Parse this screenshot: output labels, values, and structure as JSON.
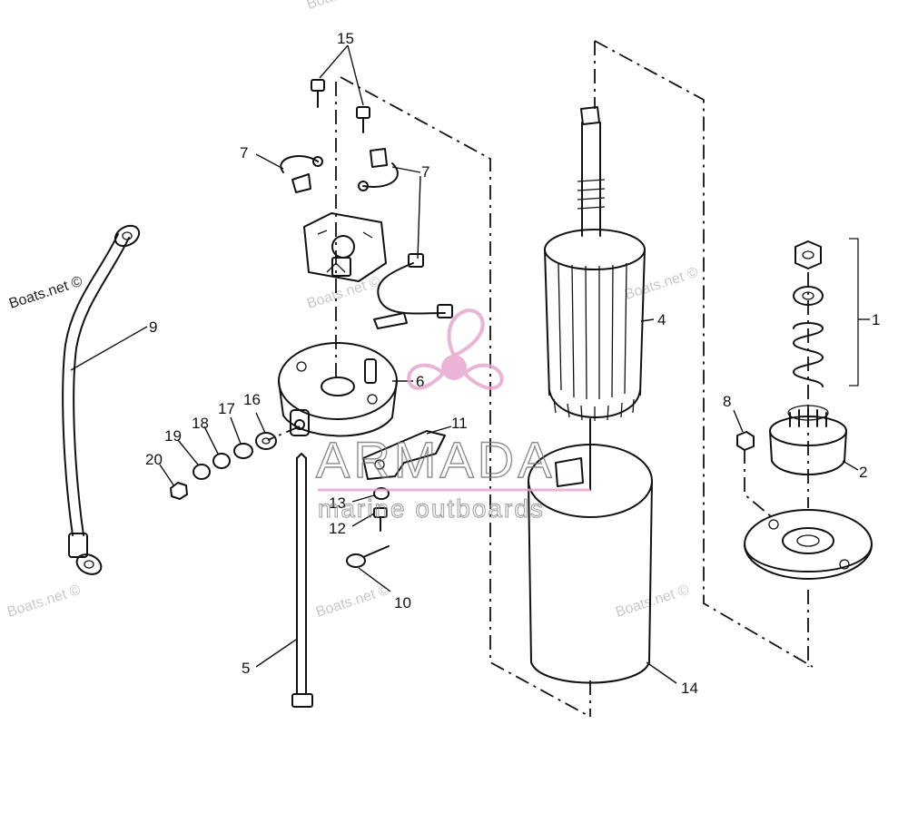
{
  "callouts": {
    "c1": "1",
    "c2": "2",
    "c4": "4",
    "c5": "5",
    "c6": "6",
    "c7a": "7",
    "c7b": "7",
    "c8": "8",
    "c9": "9",
    "c10": "10",
    "c11": "11",
    "c12": "12",
    "c13": "13",
    "c14": "14",
    "c15": "15",
    "c16": "16",
    "c17": "17",
    "c18": "18",
    "c19": "19",
    "c20": "20"
  },
  "watermarks": {
    "w1": "Boats.net ©",
    "w2": "Boats.net ©",
    "w3": "Boats.net ©",
    "w4": "Boats.net ©",
    "w5": "Boats.net ©",
    "w6": "Boats.net ©",
    "w7": "Boats.net ©"
  },
  "brand": {
    "name": "ARMADA",
    "tagline": "marine outboards",
    "color": "#e8a6cf"
  }
}
